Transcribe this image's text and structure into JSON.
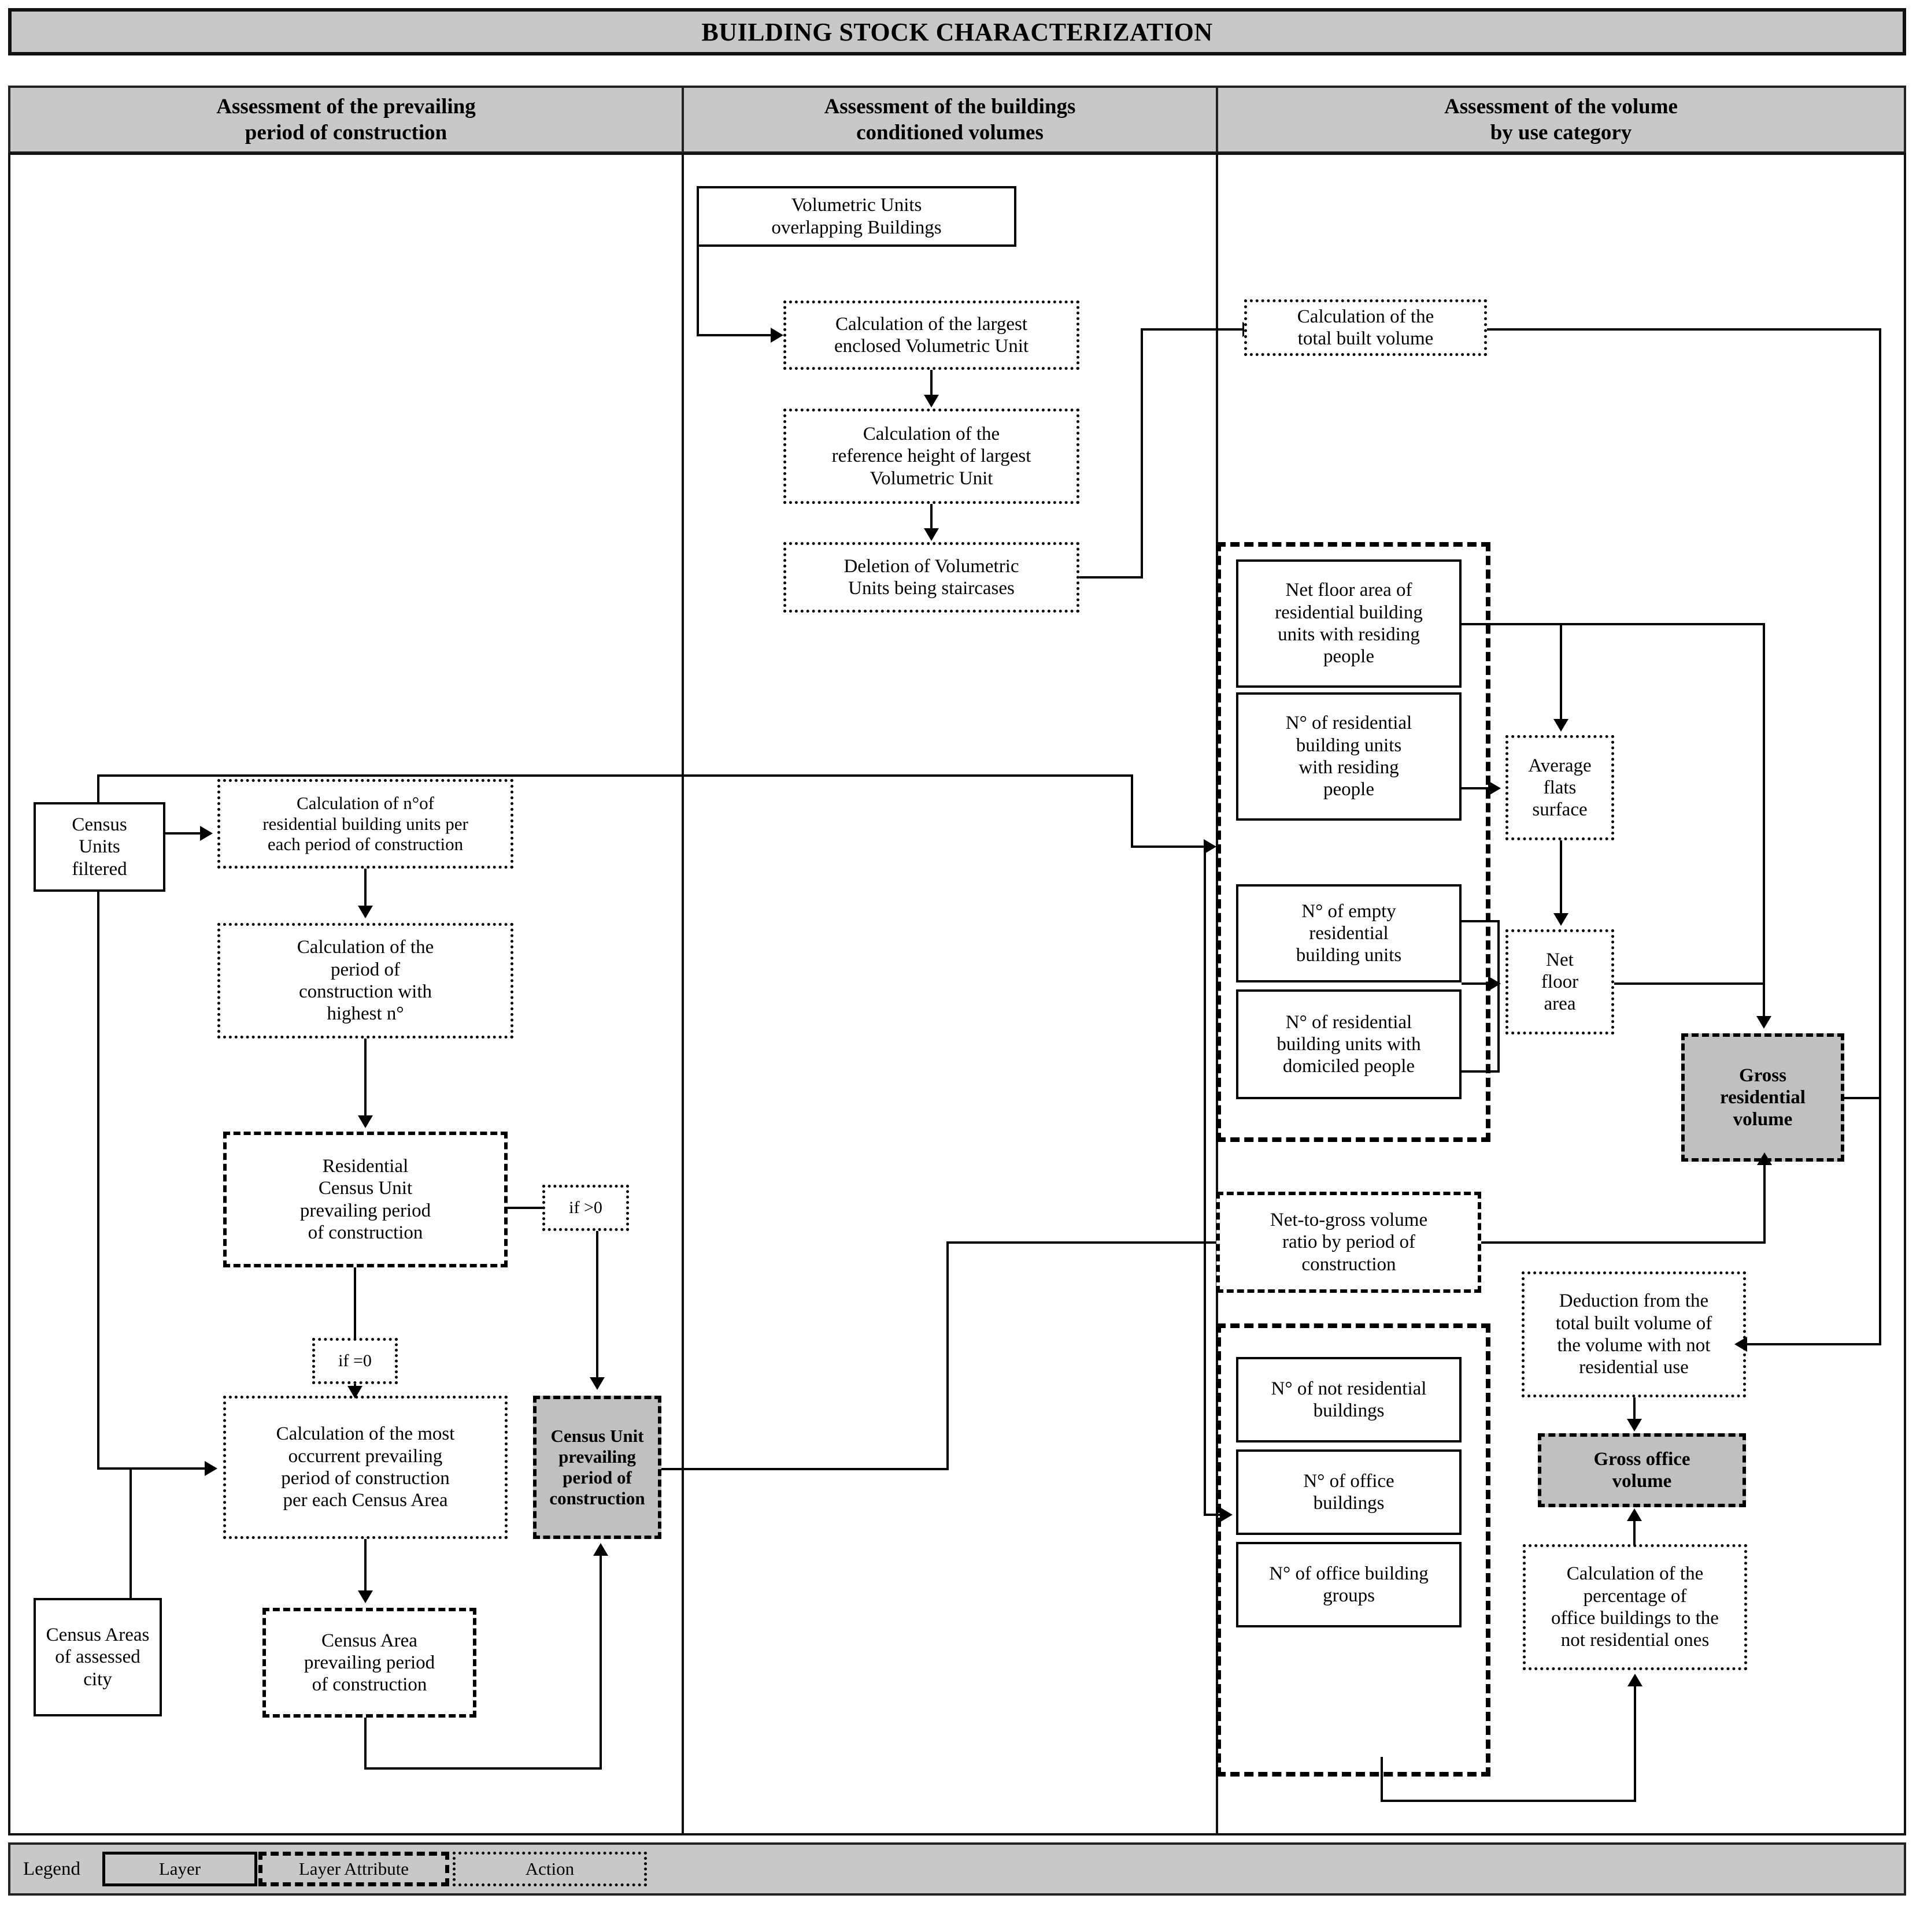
{
  "title": "BUILDING STOCK CHARACTERIZATION",
  "columns": [
    {
      "id": "col-period",
      "label": "Assessment of the prevailing\nperiod of construction"
    },
    {
      "id": "col-volumes",
      "label": "Assessment of the buildings\nconditioned volumes"
    },
    {
      "id": "col-usecat",
      "label": "Assessment of the volume\nby use category"
    }
  ],
  "legend": {
    "label": "Legend",
    "items": [
      {
        "key": "layer",
        "label": "Layer",
        "style": "solid"
      },
      {
        "key": "attr",
        "label": "Layer Attribute",
        "style": "dashed"
      },
      {
        "key": "action",
        "label": "Action",
        "style": "dotted"
      }
    ]
  },
  "colors": {
    "header_fill": "#c8c8c8",
    "shaded_node_fill": "#c0c0c0",
    "line": "#000000"
  },
  "nodes": {
    "volumetric_units_overlapping": "Volumetric Units\noverlapping Buildings",
    "calc_largest_enclosed": "Calculation of the largest\nenclosed Volumetric Unit",
    "calc_reference_height": "Calculation of the\nreference height of largest\nVolumetric Unit",
    "deletion_staircases": "Deletion of Volumetric\nUnits being staircases",
    "census_units_filtered": "Census\nUnits\nfiltered",
    "calc_n_residential_units": "Calculation of n°of\nresidential building units per\neach period of construction",
    "calc_period_highest": "Calculation of the\nperiod of\nconstruction with\nhighest n°",
    "residential_census_unit_period": "Residential\nCensus Unit\nprevailing period\nof construction",
    "if_gt_0": "if >0",
    "if_eq_0": "if =0",
    "calc_most_occurrent": "Calculation of the most\noccurrent prevailing\nperiod of construction\nper each Census Area",
    "census_unit_prevailing_period": "Census Unit\nprevailing\nperiod of\nconstruction",
    "census_areas_city": "Census Areas\nof assessed city",
    "census_area_prevailing_period": "Census Area\nprevailing period\nof construction",
    "calc_total_built_volume": "Calculation of the\ntotal built volume",
    "net_floor_area_residing": "Net floor area of\nresidential building\nunits with residing\npeople",
    "n_residential_units_residing": "N° of residential\nbuilding units\nwith residing\npeople",
    "n_empty_residential_units": "N° of empty\nresidential\nbuilding units",
    "n_residential_units_domiciled": "N° of residential\nbuilding units with\ndomiciled people",
    "average_flats_surface": "Average\nflats\nsurface",
    "net_floor_area": "Net\nfloor\narea",
    "gross_residential_volume": "Gross\nresidential\nvolume",
    "net_to_gross_ratio": "Net-to-gross volume\nratio by period of\nconstruction",
    "n_not_residential_buildings": "N° of not residential\nbuildings",
    "n_office_buildings": "N° of office\nbuildings",
    "n_office_building_groups": "N° of office building\ngroups",
    "deduction_total_built": "Deduction from the\ntotal built volume of\nthe  volume with not\nresidential use",
    "gross_office_volume": "Gross office\nvolume",
    "calc_percentage_office": "Calculation of the\npercentage of\noffice buildings to the\nnot residential ones"
  }
}
